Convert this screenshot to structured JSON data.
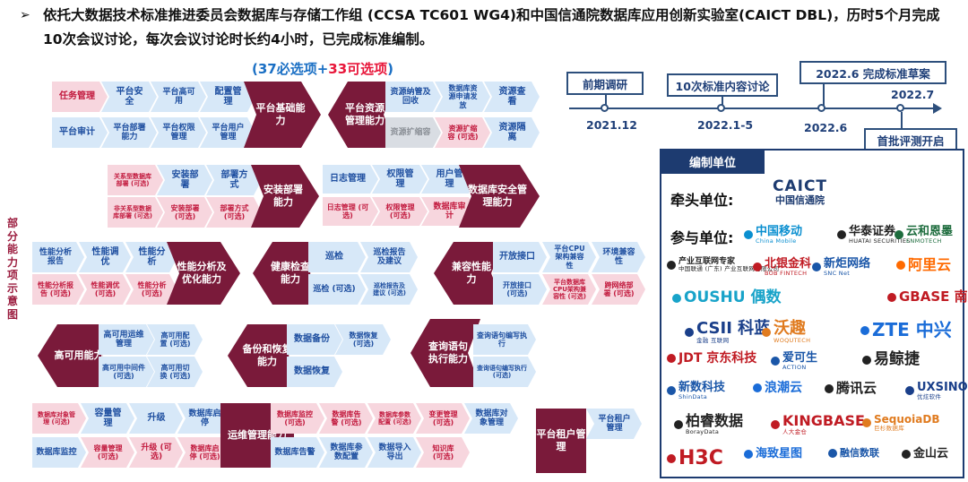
{
  "header": {
    "bullet_icon": "arrow-bullet-icon",
    "text": "依托大数据技术标准推进委员会数据库与存储工作组 (CCSA TC601 WG4)和中国信通院数据库应用创新实验室(CAICT DBL)，历时5个月完成10次会议讨论，每次会议讨论时长约4小时，已完成标准编制。"
  },
  "counts": {
    "prefix": "(37必选项+",
    "optional": "33可选项",
    "suffix": ")"
  },
  "side_label": "部分能力项示意图",
  "colors": {
    "required_fill": "#d7e8f8",
    "required_text": "#1f4fa0",
    "optional_fill": "#f7d6de",
    "optional_text": "#c21a3e",
    "head_fill": "#7a1a3a",
    "timeline": "#2d4f7c"
  },
  "groups": {
    "platform_basic": {
      "head": "平台基础能力",
      "top": [
        {
          "label": "任务管理",
          "type": "optional"
        },
        {
          "label": "平台安全",
          "type": "required"
        },
        {
          "label": "平台高可用",
          "type": "required"
        },
        {
          "label": "配置管理",
          "type": "required"
        }
      ],
      "bottom": [
        {
          "label": "平台审计",
          "type": "required"
        },
        {
          "label": "平台部署能力",
          "type": "required"
        },
        {
          "label": "平台权限管理",
          "type": "required"
        },
        {
          "label": "平台用户管理",
          "type": "required"
        }
      ]
    },
    "resource": {
      "head": "平台资源管理能力",
      "top": [
        {
          "label": "资源纳管及回收",
          "type": "required"
        },
        {
          "label": "数据库资源申请发放",
          "type": "required"
        },
        {
          "label": "资源查看",
          "type": "required"
        }
      ],
      "bottom": [
        {
          "label": "资源扩缩容",
          "type": "gray"
        },
        {
          "label": "资源扩缩容 (可选)",
          "type": "optional"
        },
        {
          "label": "资源隔离",
          "type": "required"
        }
      ]
    },
    "install": {
      "head": "安装部署能力",
      "top": [
        {
          "label": "关系型数据库部署 (可选)",
          "type": "optional"
        },
        {
          "label": "安装部署",
          "type": "required"
        },
        {
          "label": "部署方式",
          "type": "required"
        }
      ],
      "bottom": [
        {
          "label": "非关系型数据库部署 (可选)",
          "type": "optional"
        },
        {
          "label": "安装部署 (可选)",
          "type": "optional"
        },
        {
          "label": "部署方式 (可选)",
          "type": "optional"
        }
      ]
    },
    "security": {
      "head": "数据库安全管理能力",
      "top": [
        {
          "label": "日志管理",
          "type": "required"
        },
        {
          "label": "权限管理",
          "type": "required"
        },
        {
          "label": "用户管理",
          "type": "required"
        }
      ],
      "bottom": [
        {
          "label": "日志管理 (可选)",
          "type": "optional"
        },
        {
          "label": "权限管理 (可选)",
          "type": "optional"
        },
        {
          "label": "数据库审计",
          "type": "optional"
        }
      ]
    },
    "perf": {
      "head": "性能分析及优化能力",
      "top": [
        {
          "label": "性能分析报告",
          "type": "required"
        },
        {
          "label": "性能调优",
          "type": "required"
        },
        {
          "label": "性能分析",
          "type": "required"
        }
      ],
      "bottom": [
        {
          "label": "性能分析报告 (可选)",
          "type": "optional"
        },
        {
          "label": "性能调优 (可选)",
          "type": "optional"
        },
        {
          "label": "性能分析 (可选)",
          "type": "optional"
        }
      ]
    },
    "health": {
      "head": "健康检查能力",
      "top": [
        {
          "label": "巡检",
          "type": "required"
        },
        {
          "label": "巡检报告及建议",
          "type": "required"
        }
      ],
      "bottom": [
        {
          "label": "巡检 (可选)",
          "type": "required"
        },
        {
          "label": "巡检报告及建议 (可选)",
          "type": "required"
        }
      ]
    },
    "compat": {
      "head": "兼容性能力",
      "top": [
        {
          "label": "开放接口",
          "type": "required"
        },
        {
          "label": "平台CPU架构兼容性",
          "type": "required"
        },
        {
          "label": "环境兼容性",
          "type": "required"
        }
      ],
      "bottom": [
        {
          "label": "开放接口 (可选)",
          "type": "required"
        },
        {
          "label": "平台数据库CPU架构兼容性 (可选)",
          "type": "optional"
        },
        {
          "label": "跨网络部署 (可选)",
          "type": "optional"
        }
      ]
    },
    "ha": {
      "head": "高可用能力",
      "top": [
        {
          "label": "高可用运维管理",
          "type": "required"
        },
        {
          "label": "高可用配置 (可选)",
          "type": "required"
        }
      ],
      "bottom": [
        {
          "label": "高可用中间件 (可选)",
          "type": "required"
        },
        {
          "label": "高可用切换 (可选)",
          "type": "required"
        }
      ]
    },
    "backup": {
      "head": "备份和恢复能力",
      "top": [
        {
          "label": "数据备份",
          "type": "required"
        },
        {
          "label": "数据恢复 (可选)",
          "type": "required"
        }
      ],
      "bottom": [
        {
          "label": "数据恢复",
          "type": "required"
        }
      ]
    },
    "query": {
      "head": "查询语句执行能力",
      "top": [
        {
          "label": "查询语句编写执行",
          "type": "required"
        }
      ],
      "bottom": [
        {
          "label": "查询语句编写执行 (可选)",
          "type": "required"
        }
      ]
    },
    "ops": {
      "head": "运维管理能力",
      "top_left": [
        {
          "label": "数据库对象管理 (可选)",
          "type": "optional"
        },
        {
          "label": "容量管理",
          "type": "required"
        },
        {
          "label": "升级",
          "type": "required"
        },
        {
          "label": "数据库启停",
          "type": "required"
        }
      ],
      "bottom_left": [
        {
          "label": "数据库监控",
          "type": "required"
        },
        {
          "label": "容量管理 (可选)",
          "type": "optional"
        },
        {
          "label": "升级 (可选)",
          "type": "optional"
        },
        {
          "label": "数据库启停 (可选)",
          "type": "optional"
        }
      ],
      "top_right": [
        {
          "label": "数据库监控 (可选)",
          "type": "optional"
        },
        {
          "label": "数据库告警 (可选)",
          "type": "optional"
        },
        {
          "label": "数据库参数配置 (可选)",
          "type": "optional"
        },
        {
          "label": "变更管理 (可选)",
          "type": "optional"
        },
        {
          "label": "数据库对象管理",
          "type": "required"
        }
      ],
      "bottom_right": [
        {
          "label": "数据库告警",
          "type": "required"
        },
        {
          "label": "数据库参数配置",
          "type": "required"
        },
        {
          "label": "数据导入导出",
          "type": "required"
        },
        {
          "label": "知识库 (可选)",
          "type": "optional"
        }
      ]
    },
    "tenant": {
      "head": "平台租户管理",
      "item": {
        "label": "平台租户管理",
        "type": "required"
      }
    }
  },
  "timeline": {
    "boxes": [
      "前期调研",
      "10次标准内容讨论",
      "2022.6 完成标准草案",
      "首批评测开启"
    ],
    "dates": [
      "2021.12",
      "2022.1-5",
      "2022.6",
      "2022.7"
    ]
  },
  "orgs": {
    "title": "编制单位",
    "lead_label": "牵头单位:",
    "member_label": "参与单位:",
    "lead_logo": {
      "name": "CAICT",
      "sub": "中国信通院",
      "icon": "caict-logo"
    },
    "logos": [
      {
        "text": "中国移动",
        "sub": "China Mobile",
        "icon": "china-mobile-logo",
        "color": "#0a8fd0"
      },
      {
        "text": "华泰证券",
        "sub": "HUATAI SECURITIES",
        "icon": "huatai-logo",
        "color": "#222222"
      },
      {
        "text": "云和恩墨",
        "sub": "ENMOTECH",
        "icon": "enmotech-logo",
        "color": "#1d6c3d"
      },
      {
        "text": "产业互联网专家",
        "sub": "中国联通 (广东) 产业互联网有限公司",
        "icon": "china-unicom-logo",
        "color": "#222222"
      },
      {
        "text": "北银金科",
        "sub": "BOB FINTECH",
        "icon": "bob-fintech-logo",
        "color": "#c01b23"
      },
      {
        "text": "新炬网络",
        "sub": "SNC Net",
        "icon": "snc-net-logo",
        "color": "#1a56a8"
      },
      {
        "text": "阿里云",
        "sub": "",
        "icon": "aliyun-logo",
        "color": "#ff6a00"
      },
      {
        "text": "OUSHU 偶数",
        "sub": "",
        "icon": "oushu-logo",
        "color": "#18a3c9"
      },
      {
        "text": "GBASE 南大通用",
        "sub": "",
        "icon": "gbase-logo",
        "color": "#c01b23"
      },
      {
        "text": "CSII 科蓝",
        "sub": "金融 互联网",
        "icon": "csii-logo",
        "color": "#1a3f8a"
      },
      {
        "text": "沃趣",
        "sub": "WOQUTECH",
        "icon": "woqu-logo",
        "color": "#e07b1f"
      },
      {
        "text": "ZTE 中兴",
        "sub": "",
        "icon": "zte-logo",
        "color": "#1a6cd8"
      },
      {
        "text": "JDT 京东科技",
        "sub": "",
        "icon": "jdt-logo",
        "color": "#c01b23"
      },
      {
        "text": "爱可生",
        "sub": "ACTION",
        "icon": "actiontech-logo",
        "color": "#1a56a8"
      },
      {
        "text": "易鲸捷",
        "sub": "",
        "icon": "esgyn-logo",
        "color": "#222222"
      },
      {
        "text": "新数科技",
        "sub": "ShinData",
        "icon": "shindata-logo",
        "color": "#1a56a8"
      },
      {
        "text": "浪潮云",
        "sub": "",
        "icon": "inspur-cloud-logo",
        "color": "#1a6cd8"
      },
      {
        "text": "腾讯云",
        "sub": "",
        "icon": "tencent-cloud-logo",
        "color": "#222222"
      },
      {
        "text": "UXSINO",
        "sub": "优炫软件",
        "icon": "uxsino-logo",
        "color": "#1a3f8a"
      },
      {
        "text": "柏睿数据",
        "sub": "BorayData",
        "icon": "boraydata-logo",
        "color": "#222222"
      },
      {
        "text": "KINGBASE",
        "sub": "人大金仓",
        "icon": "kingbase-logo",
        "color": "#c01b23"
      },
      {
        "text": "SequoiaDB",
        "sub": "巨杉数据库",
        "icon": "sequoiadb-logo",
        "color": "#e07b1f"
      },
      {
        "text": "H3C",
        "sub": "",
        "icon": "h3c-logo",
        "color": "#c01b23"
      },
      {
        "text": "海致星图",
        "sub": "",
        "icon": "haizhi-logo",
        "color": "#1a6cd8"
      },
      {
        "text": "融信数联",
        "sub": "",
        "icon": "rongxin-logo",
        "color": "#1a56a8"
      },
      {
        "text": "金山云",
        "sub": "",
        "icon": "kingsoft-cloud-logo",
        "color": "#222222"
      }
    ]
  }
}
